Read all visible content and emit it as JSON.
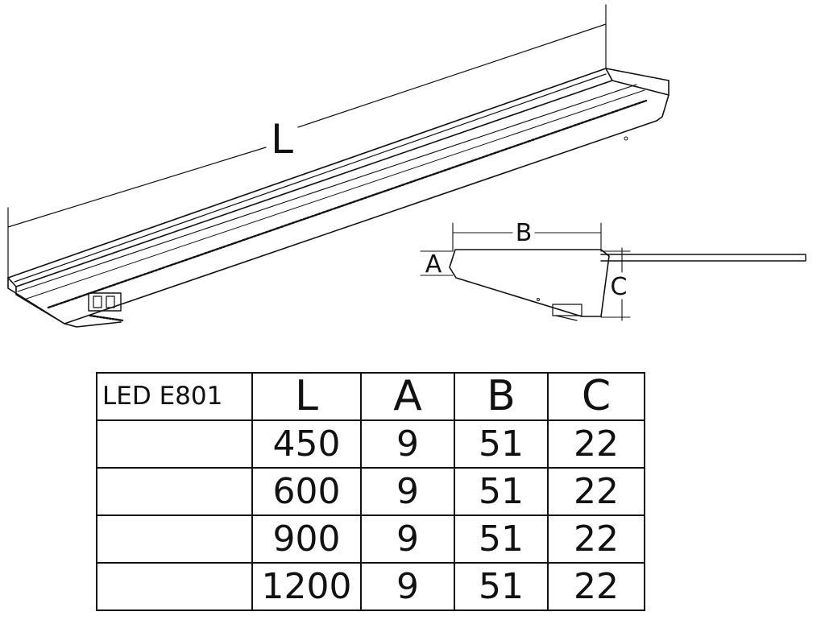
{
  "drawing": {
    "length_label": "L",
    "a_label": "A",
    "b_label": "B",
    "c_label": "C"
  },
  "table": {
    "headers": [
      "LED E801",
      "L",
      "A",
      "B",
      "C"
    ],
    "rows": [
      [
        "",
        "450",
        "9",
        "51",
        "22"
      ],
      [
        "",
        "600",
        "9",
        "51",
        "22"
      ],
      [
        "",
        "900",
        "9",
        "51",
        "22"
      ],
      [
        "",
        "1200",
        "9",
        "51",
        "22"
      ]
    ]
  }
}
